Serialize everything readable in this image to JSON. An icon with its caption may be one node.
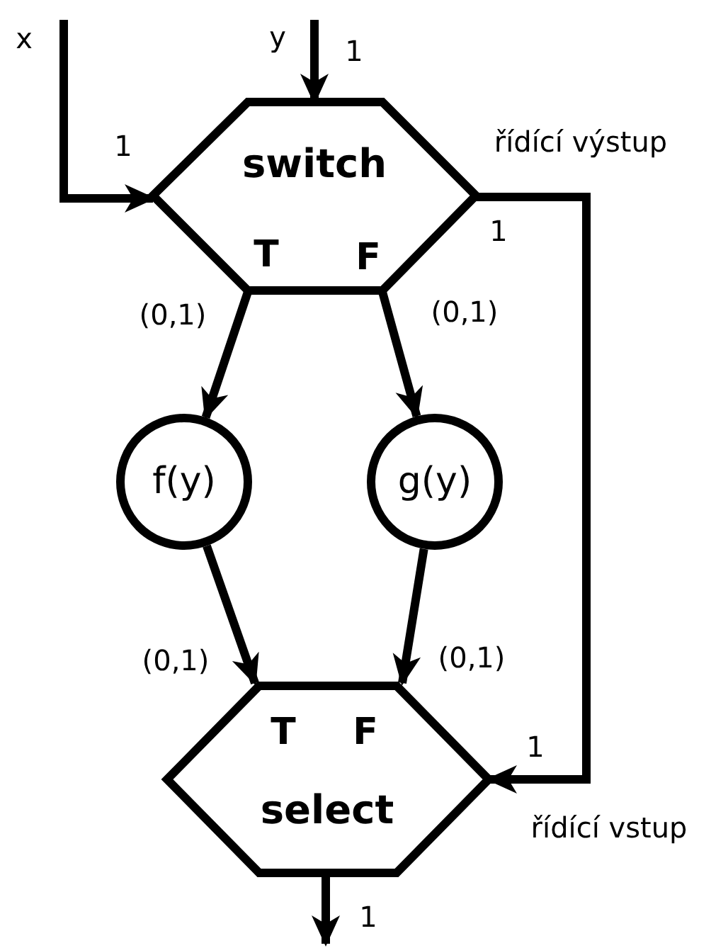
{
  "diagram": {
    "nodes": [
      {
        "text": [
          "switch",
          "T",
          "F"
        ],
        "beside": [
          "řídící výstup"
        ]
      },
      {
        "text": [
          "f(y)"
        ]
      },
      {
        "text": [
          "g(y)"
        ]
      },
      {
        "text": [
          "T",
          "F",
          "select"
        ],
        "beside": [
          "řídící vstup"
        ]
      }
    ],
    "edges": [
      {
        "from": null,
        "to": 0,
        "arrow": "to",
        "label": "1"
      },
      {
        "from": null,
        "to": 0,
        "arrow": "to",
        "label": "1"
      },
      {
        "from": 0,
        "to": 1,
        "arrow": "to",
        "label": "(0,1)"
      },
      {
        "from": 0,
        "to": 2,
        "arrow": "to",
        "label": "(0,1)"
      },
      {
        "from": 1,
        "to": 3,
        "arrow": "to",
        "label": "(0,1)"
      },
      {
        "from": 2,
        "to": 3,
        "arrow": "to",
        "label": "(0,1)"
      },
      {
        "from": 0,
        "to": 3,
        "arrow": "to"
      },
      {
        "from": 3,
        "to": null,
        "arrow": "to",
        "label": "1"
      }
    ],
    "labels": [
      "x",
      "y",
      "1",
      "1"
    ]
  }
}
